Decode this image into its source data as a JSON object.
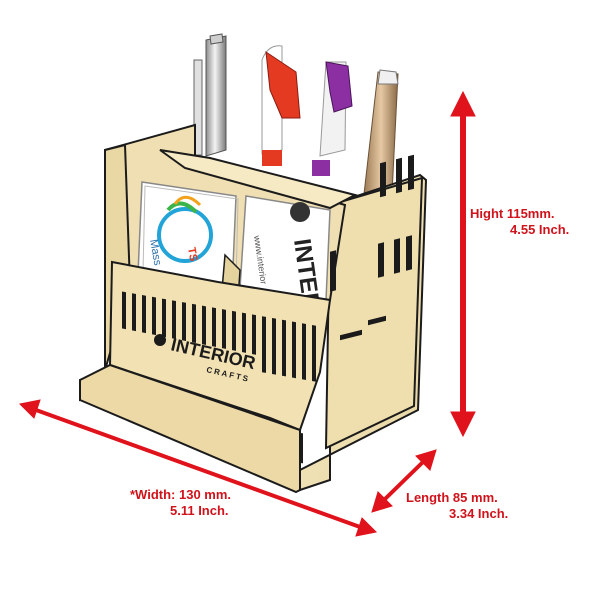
{
  "dimensions": {
    "height": {
      "line1": "Hight 115mm.",
      "line2": "4.55 Inch."
    },
    "width": {
      "line1": "*Width: 130 mm.",
      "line2": "5.11 Inch."
    },
    "length": {
      "line1": "Length 85 mm.",
      "line2": "3.34 Inch."
    },
    "arrow_color": "#e0121b"
  },
  "product": {
    "brand": "INTERIOR",
    "brand_sub": "CRAFTS",
    "wood_color": "#f0e2b4",
    "edge_color": "#1b1b1b"
  },
  "cards": {
    "front_card_brand": "INTER",
    "front_card_url": "www.interior",
    "back_card_text": "Mass",
    "back_card_logo": "TS"
  },
  "pens": [
    "silver",
    "red",
    "purple",
    "gold"
  ]
}
